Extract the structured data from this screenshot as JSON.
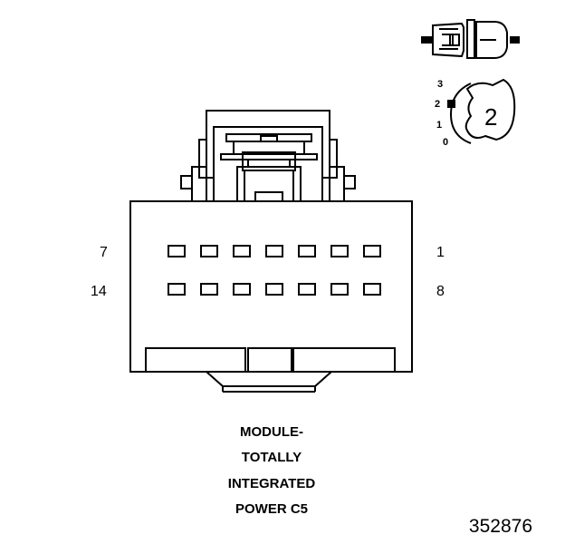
{
  "connector": {
    "caption_lines": [
      "MODULE-",
      "TOTALLY",
      "INTEGRATED",
      "POWER C5"
    ],
    "figure_number": "352876",
    "row1_left_pin": "7",
    "row1_right_pin": "1",
    "row2_left_pin": "14",
    "row2_right_pin": "8",
    "pin_count_per_row": 7
  },
  "position_gauge": {
    "scale": [
      "3",
      "2",
      "1",
      "0"
    ],
    "current": "2"
  },
  "icons": {
    "connector_side_view": "connector-side-view-icon",
    "position_gauge": "position-gauge-icon"
  },
  "colors": {
    "line": "#000000",
    "background": "#ffffff"
  }
}
